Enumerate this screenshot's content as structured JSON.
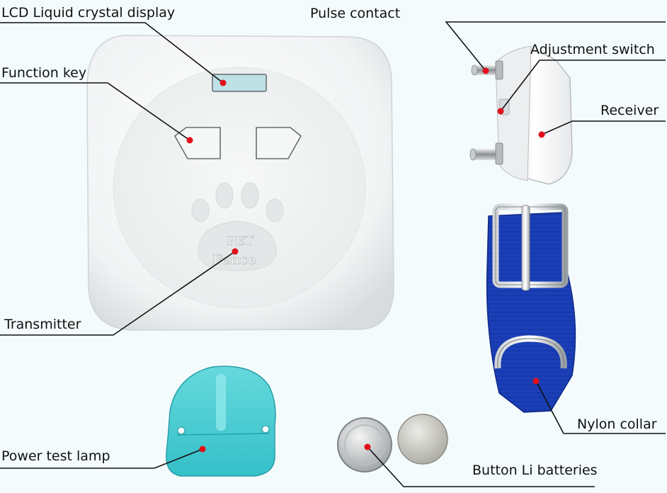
{
  "labels": {
    "lcd": "LCD Liquid crystal display",
    "function_key": "Function key",
    "transmitter": "Transmitter",
    "power_test_lamp": "Power test lamp",
    "pulse_contact": "Pulse contact",
    "adjustment_switch": "Adjustment switch",
    "receiver": "Receiver",
    "nylon_collar": "Nylon collar",
    "button_batteries": "Button Li batteries"
  },
  "logo": {
    "line1": "PET",
    "line2": "Fence"
  },
  "colors": {
    "background": "#f4fbfc",
    "marker_dot": "#e0101a",
    "leader_line": "#111111",
    "collar_blue": "#1a3fb8",
    "lamp_cyan": "#3cc8d0"
  }
}
